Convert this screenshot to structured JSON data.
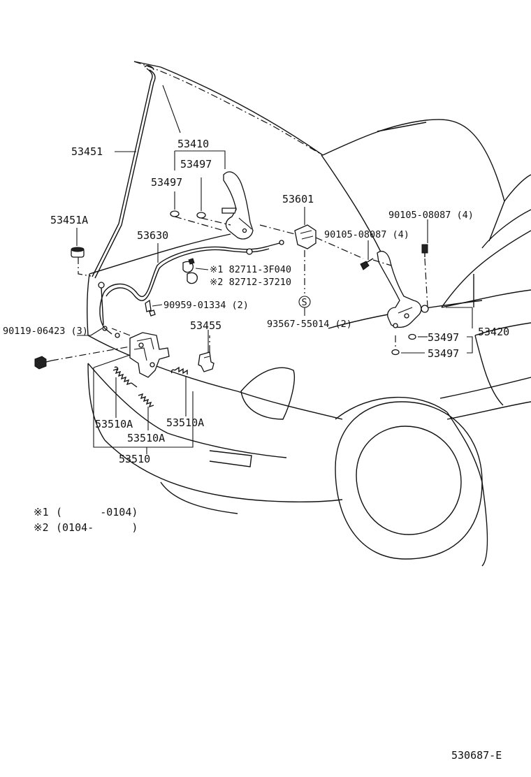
{
  "labels": {
    "p53451": "53451",
    "p53410": "53410",
    "p53497_a": "53497",
    "p53497_b": "53497",
    "p53451A": "53451A",
    "p53630": "53630",
    "p53601": "53601",
    "p90105_a": "90105-08087 (4)",
    "p90105_b": "90105-08087 (4)",
    "p82711": "※1 82711-3F040",
    "p82712": "※2 82712-37210",
    "p90959": "90959-01334 (2)",
    "p93567": "93567-55014 (2)",
    "p90119": "90119-06423 (3)",
    "p53455": "53455",
    "p53497_c": "53497",
    "p53497_d": "53497",
    "p53420": "53420",
    "p53510A_a": "53510A",
    "p53510A_b": "53510A",
    "p53510A_c": "53510A",
    "p53510": "53510",
    "s_symbol": "S"
  },
  "notes": {
    "note1_mark": "※1",
    "note1_text": "(      -0104)",
    "note2_mark": "※2",
    "note2_text": "(0104-      )"
  },
  "figure_id": "530687-E"
}
